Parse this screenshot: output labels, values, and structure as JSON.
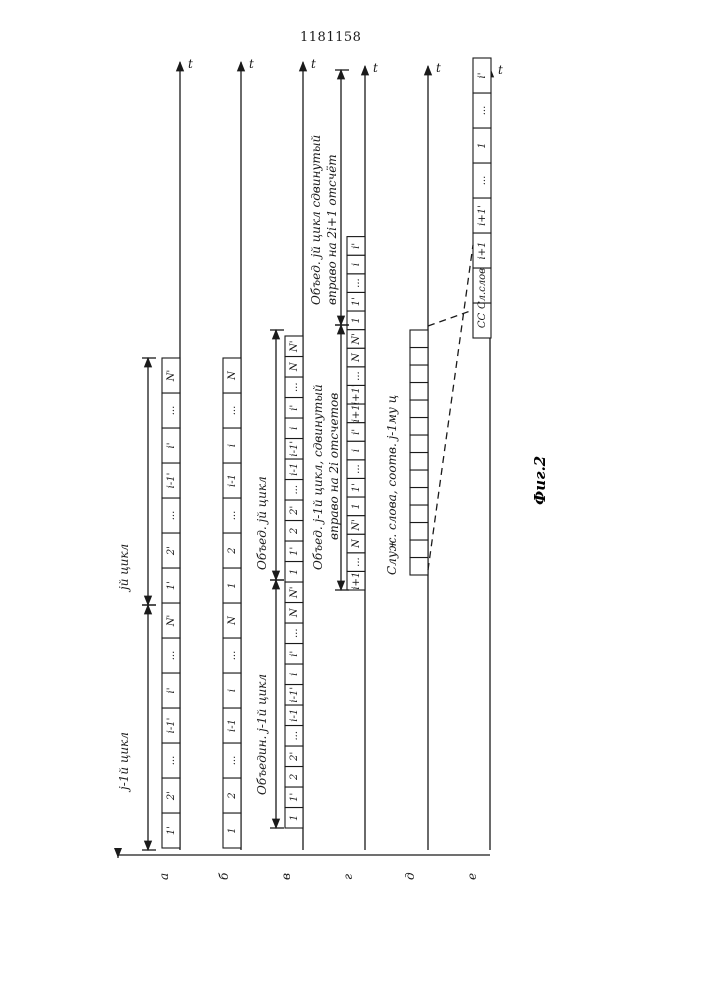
{
  "header": {
    "patent_number": "1181158"
  },
  "axis_symbol": "t",
  "row_labels": [
    "а",
    "б",
    "в",
    "г",
    "д",
    "е"
  ],
  "annotations": {
    "row_a_cycle_prev": "j-1й цикл",
    "row_a_cycle_cur": "jй цикл",
    "row_v_union_prev": "Объедин. j-1й цикл",
    "row_v_union_cur": "Объед. jй цикл",
    "row_g_shift_prev_l1": "Объед. j-1й цикл, сдвинутый",
    "row_g_shift_prev_l2": "вправо на 2i отсчетов",
    "row_g_shift_cur_l1": "Объед. jй цикл сдвинутый",
    "row_g_shift_cur_l2": "вправо на 2i+1 отсчёт",
    "row_d_service": "Служ. слова, соотв. j-1му ц"
  },
  "row_a_cells": [
    "1'",
    "2'",
    "...",
    "i-1'",
    "i'",
    "...",
    "N'",
    "1'",
    "2'",
    "...",
    "i-1'",
    "i'",
    "...",
    "N'"
  ],
  "row_b_cells": [
    "1",
    "2",
    "...",
    "i-1",
    "i",
    "...",
    "N",
    "1",
    "2",
    "...",
    "i-1",
    "i",
    "...",
    "N"
  ],
  "row_v_cells": [
    "1",
    "1'",
    "2",
    "2'",
    "...",
    "i-1",
    "i-1'",
    "i",
    "i'",
    "...",
    "N",
    "N'",
    "1",
    "1'",
    "2",
    "2'",
    "...",
    "i-1",
    "i-1'",
    "i",
    "i'",
    "...",
    "N",
    "N'"
  ],
  "row_g_cells": [
    "i+1",
    "...",
    "N",
    "N'",
    "1",
    "1'",
    "...",
    "i",
    "i'",
    "i+1",
    "i+1'",
    "...",
    "N",
    "N'",
    "1",
    "1'",
    "...",
    "i",
    "i'"
  ],
  "row_e_cells": [
    "СС",
    "Сл.слово",
    "i+1",
    "i+1'",
    "...",
    "1",
    "...",
    "i'"
  ],
  "figure_caption": "Фиг.2"
}
